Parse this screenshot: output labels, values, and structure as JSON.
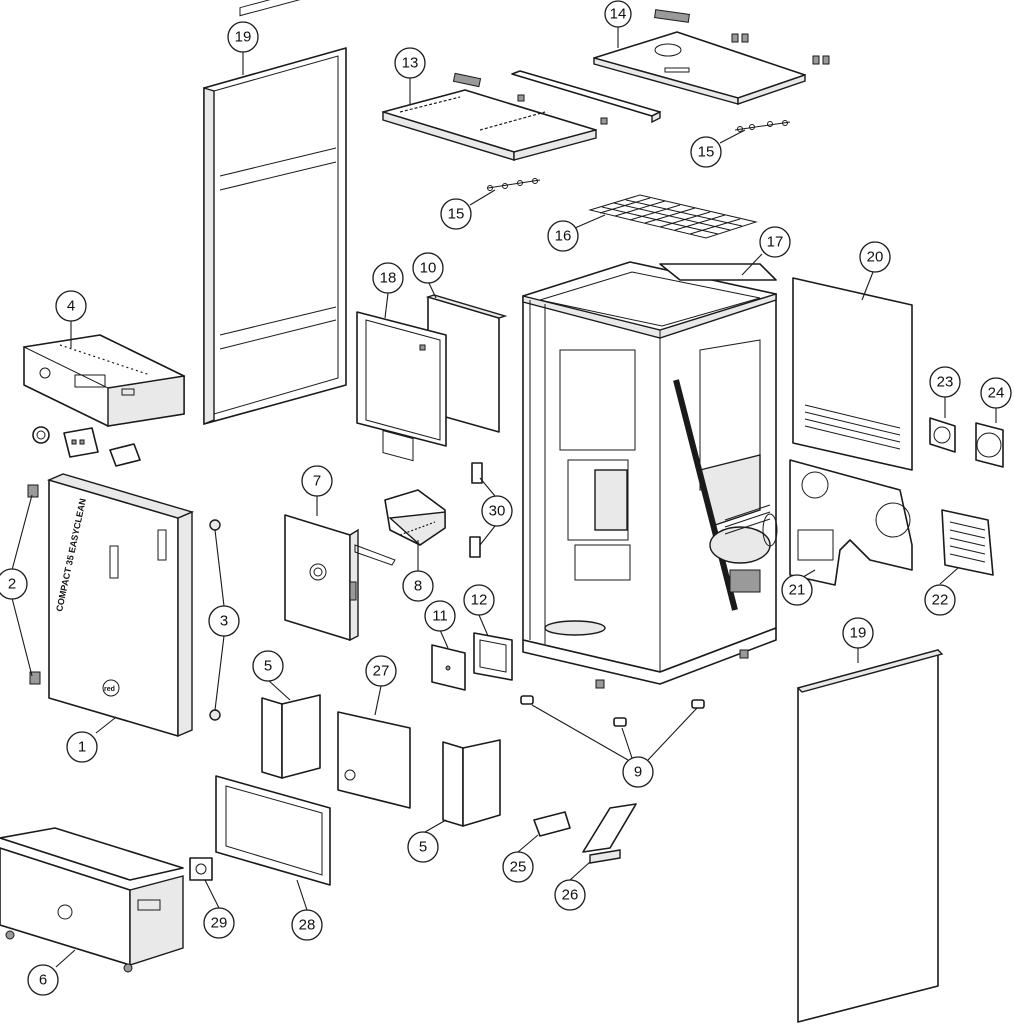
{
  "diagram": {
    "front_door_text": "COMPACT 35 EASYCLEAN",
    "brand_mark": "red",
    "callouts": [
      {
        "id": "c1",
        "label": "1"
      },
      {
        "id": "c2",
        "label": "2"
      },
      {
        "id": "c3",
        "label": "3"
      },
      {
        "id": "c4",
        "label": "4"
      },
      {
        "id": "c5a",
        "label": "5"
      },
      {
        "id": "c5b",
        "label": "5"
      },
      {
        "id": "c6",
        "label": "6"
      },
      {
        "id": "c7",
        "label": "7"
      },
      {
        "id": "c8",
        "label": "8"
      },
      {
        "id": "c9",
        "label": "9"
      },
      {
        "id": "c10",
        "label": "10"
      },
      {
        "id": "c11",
        "label": "11"
      },
      {
        "id": "c12",
        "label": "12"
      },
      {
        "id": "c13",
        "label": "13"
      },
      {
        "id": "c14",
        "label": "14"
      },
      {
        "id": "c15a",
        "label": "15"
      },
      {
        "id": "c15b",
        "label": "15"
      },
      {
        "id": "c16",
        "label": "16"
      },
      {
        "id": "c17",
        "label": "17"
      },
      {
        "id": "c18",
        "label": "18"
      },
      {
        "id": "c19a",
        "label": "19"
      },
      {
        "id": "c19b",
        "label": "19"
      },
      {
        "id": "c20",
        "label": "20"
      },
      {
        "id": "c21",
        "label": "21"
      },
      {
        "id": "c22",
        "label": "22"
      },
      {
        "id": "c23",
        "label": "23"
      },
      {
        "id": "c24",
        "label": "24"
      },
      {
        "id": "c25",
        "label": "25"
      },
      {
        "id": "c26",
        "label": "26"
      },
      {
        "id": "c27",
        "label": "27"
      },
      {
        "id": "c28",
        "label": "28"
      },
      {
        "id": "c29",
        "label": "29"
      },
      {
        "id": "c30",
        "label": "30"
      }
    ]
  }
}
